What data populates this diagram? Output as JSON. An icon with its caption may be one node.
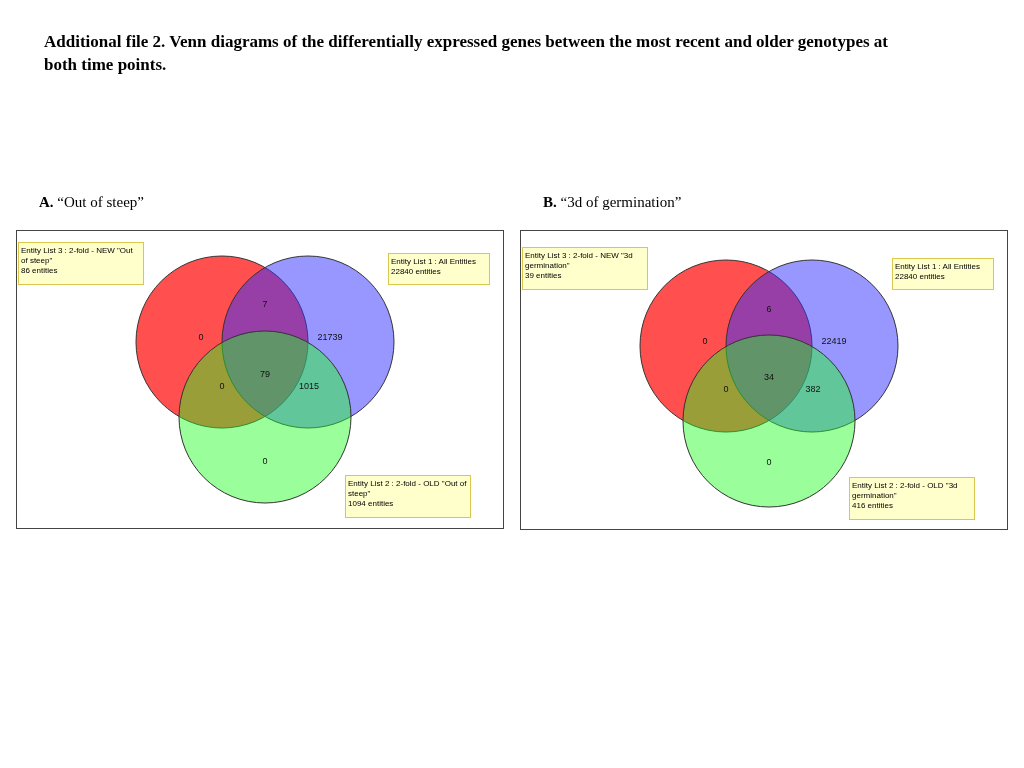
{
  "diagram": {
    "title": "Additional file 2. Venn diagrams of the differentially expressed genes between the most recent and older genotypes at both time points.",
    "nodes": [
      {
        "text": [
          "**A.** “Out of steep”"
        ]
      },
      {
        "text": [
          "Entity List 3 : 2-fold - NEW \"Out of steep\"",
          "86 entities"
        ],
        "in": 0
      },
      {
        "text": [
          "Entity List 1 : All Entities",
          "22840 entities"
        ],
        "in": 0
      },
      {
        "text": [
          "Entity List 2 : 2-fold - OLD \"Out of steep\"",
          "1094 entities"
        ],
        "in": 0
      },
      {
        "text": [
          "**B.** “3d of germination”"
        ]
      },
      {
        "text": [
          "Entity List 3 : 2-fold - NEW \"3d germination\"",
          "39 entities"
        ],
        "in": 4
      },
      {
        "text": [
          "Entity List 1 : All Entities",
          "22840 entities"
        ],
        "in": 4
      },
      {
        "text": [
          "Entity List 2 : 2-fold - OLD \"3d germination\"",
          "416 entities"
        ],
        "in": 4
      }
    ],
    "labels": [
      "7",
      "0",
      "21739",
      "79",
      "0",
      "1015",
      "0",
      "6",
      "0",
      "22419",
      "34",
      "0",
      "382",
      "0"
    ]
  }
}
